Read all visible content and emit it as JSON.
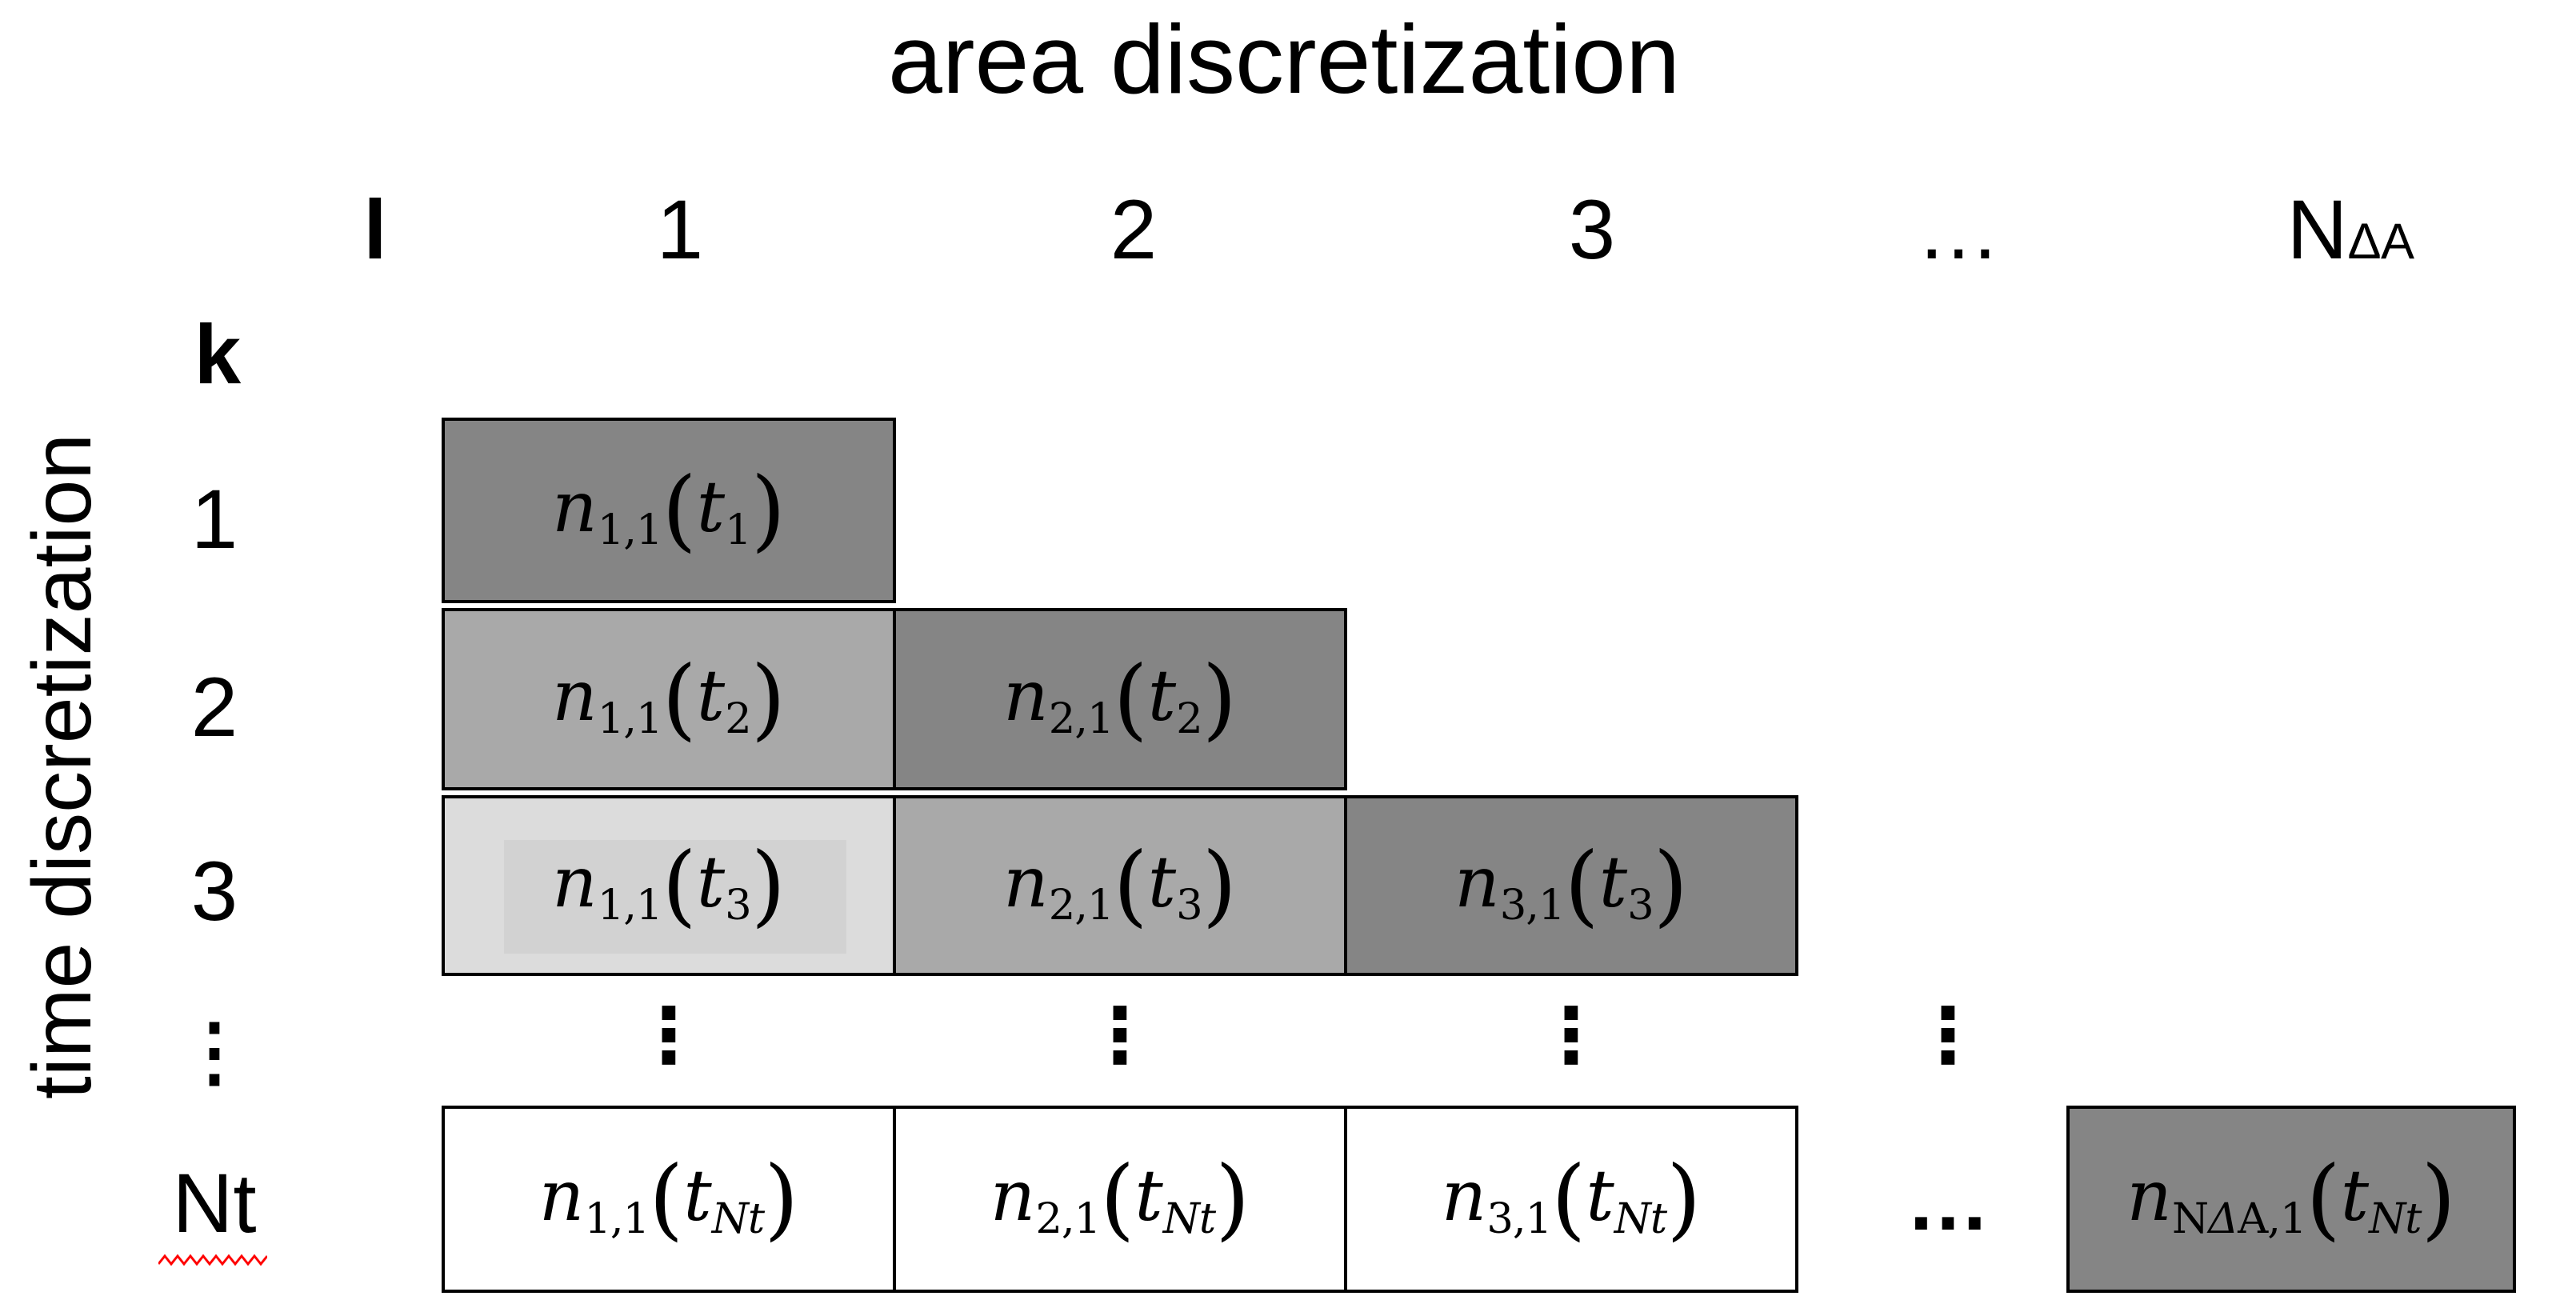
{
  "title": "area discretization",
  "left_axis_label": "time discretization",
  "column_headers": {
    "index_symbol": "l",
    "items": [
      "1",
      "2",
      "3",
      "…"
    ],
    "last": {
      "main": "N",
      "sub": "ΔA"
    }
  },
  "row_headers": {
    "index_symbol": "k",
    "items": [
      "1",
      "2",
      "3"
    ],
    "ellipsis": "⋮",
    "last": {
      "label": "Nt",
      "spellcheck_underline": true
    }
  },
  "grid": {
    "cells": [
      {
        "row": 1,
        "col": 1,
        "shade": "dark",
        "formula": {
          "base": "n",
          "sub": "1,1",
          "arg": "t",
          "arg_sub": "1"
        }
      },
      {
        "row": 2,
        "col": 1,
        "shade": "medium",
        "formula": {
          "base": "n",
          "sub": "1,1",
          "arg": "t",
          "arg_sub": "2"
        }
      },
      {
        "row": 2,
        "col": 2,
        "shade": "dark",
        "formula": {
          "base": "n",
          "sub": "2,1",
          "arg": "t",
          "arg_sub": "2"
        }
      },
      {
        "row": 3,
        "col": 1,
        "shade": "light",
        "inner_highlight": true,
        "formula": {
          "base": "n",
          "sub": "1,1",
          "arg": "t",
          "arg_sub": "3"
        }
      },
      {
        "row": 3,
        "col": 2,
        "shade": "medium",
        "formula": {
          "base": "n",
          "sub": "2,1",
          "arg": "t",
          "arg_sub": "3"
        }
      },
      {
        "row": 3,
        "col": 3,
        "shade": "dark",
        "formula": {
          "base": "n",
          "sub": "3,1",
          "arg": "t",
          "arg_sub": "3"
        }
      },
      {
        "row": 5,
        "col": 1,
        "shade": "white",
        "formula": {
          "base": "n",
          "sub": "1,1",
          "arg": "t",
          "arg_sub": "Nt"
        }
      },
      {
        "row": 5,
        "col": 2,
        "shade": "white",
        "formula": {
          "base": "n",
          "sub": "2,1",
          "arg": "t",
          "arg_sub": "Nt"
        }
      },
      {
        "row": 5,
        "col": 3,
        "shade": "white",
        "formula": {
          "base": "n",
          "sub": "3,1",
          "arg": "t",
          "arg_sub": "Nt"
        }
      },
      {
        "row": 5,
        "col": 5,
        "shade": "dark",
        "formula": {
          "base": "n",
          "sub": "NΔA,1",
          "arg": "t",
          "arg_sub": "Nt"
        }
      }
    ],
    "vertical_ellipsis_glyph": "⋮",
    "vertical_ellipsis_columns": [
      1,
      2,
      3,
      4
    ],
    "horizontal_ellipsis_glyph": "…"
  },
  "colors": {
    "dark": "#858585",
    "medium": "#a9a9a9",
    "light": "#dcdcdc",
    "light_inner": "#d2d2d2",
    "white": "#ffffff",
    "border": "#000000",
    "spellcheck": "#ff0000"
  }
}
